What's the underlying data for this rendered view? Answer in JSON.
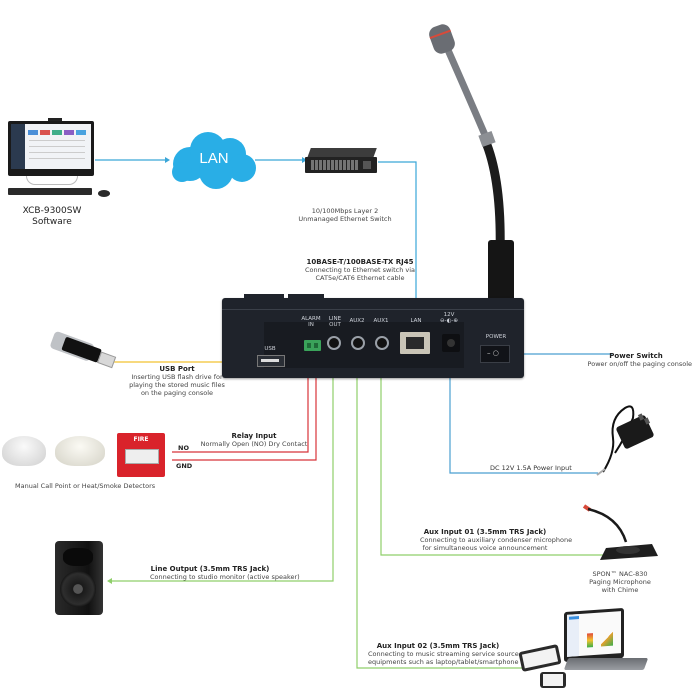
{
  "devices": {
    "software": {
      "title": "XCB-9300SW",
      "subtitle": "Software"
    },
    "cloud": {
      "label": "LAN"
    },
    "switch": {
      "line1": "10/100Mbps Layer 2",
      "line2": "Unmanaged Ethernet Switch"
    },
    "microphone": {
      "line1": "SPON™ NAC-830",
      "line2": "Paging Microphone",
      "line3": "with Chime"
    },
    "detectors": {
      "caption": "Manual Call Point or Heat/Smoke Detectors",
      "fire_label": "FIRE"
    }
  },
  "panel": {
    "usb": "USB",
    "alarm_in": [
      "ALARM",
      "IN"
    ],
    "line_out": [
      "LINE",
      "OUT"
    ],
    "aux2": "AUX2",
    "aux1": "AUX1",
    "lan": "LAN",
    "dc": "12V",
    "power": "POWER"
  },
  "annotations": {
    "rj45": {
      "title": "10BASE-T/100BASE-TX RJ45",
      "line1": "Connecting to Ethernet switch via",
      "line2": "CAT5e/CAT6 Ethernet cable"
    },
    "usb_port": {
      "title": "USB Port",
      "line1": "Inserting USB flash drive for",
      "line2": "playing the stored music files",
      "line3": "on the paging console"
    },
    "relay": {
      "title": "Relay Input",
      "line1": "Normally Open (NO) Dry Contact",
      "no": "NO",
      "gnd": "GND"
    },
    "power_switch": {
      "title": "Power Switch",
      "line1": "Power on/off the paging console"
    },
    "dc_input": {
      "line1": "DC 12V 1.5A Power Input"
    },
    "aux1": {
      "title": "Aux Input 01 (3.5mm TRS Jack)",
      "line1": "Connecting to auxiliary condenser microphone",
      "line2": "for simultaneous voice announcement"
    },
    "line_out": {
      "title": "Line Output (3.5mm TRS Jack)",
      "line1": "Connecting to studio monitor (active speaker)"
    },
    "aux2": {
      "title": "Aux Input 02 (3.5mm TRS Jack)",
      "line1": "Connecting to music streaming service source",
      "line2": "equipments such as laptop/tablet/smartphone"
    }
  },
  "colors": {
    "lan": "#3aa6d8",
    "usb": "#f2c230",
    "relay": "#d8343a",
    "audio": "#8fcf6a",
    "power": "#4a9fd0",
    "cloud": "#29aee6"
  }
}
